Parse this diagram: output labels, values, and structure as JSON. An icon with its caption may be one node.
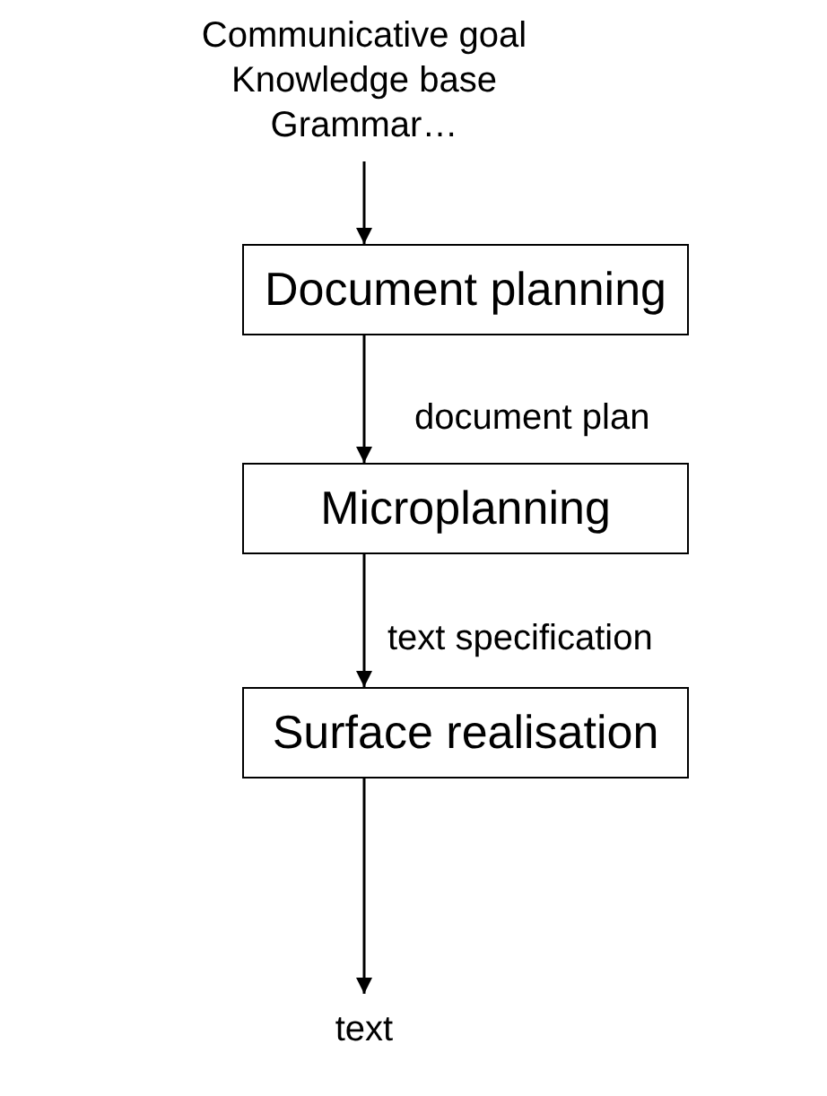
{
  "diagram": {
    "nodes": [
      {
        "text": [
          "Communicative goal",
          "Knowledge base",
          "Grammar…"
        ]
      },
      {
        "text": [
          "Document planning"
        ]
      },
      {
        "text": [
          "Microplanning"
        ]
      },
      {
        "text": [
          "Surface realisation"
        ]
      },
      {
        "text": [
          "text"
        ]
      }
    ],
    "edges": [
      {
        "from": 0,
        "to": 1,
        "arrow": "to"
      },
      {
        "from": 1,
        "to": 2,
        "arrow": "to",
        "label": "document plan"
      },
      {
        "from": 2,
        "to": 3,
        "arrow": "to",
        "label": "text specification"
      },
      {
        "from": 3,
        "to": 4,
        "arrow": "to"
      }
    ]
  }
}
